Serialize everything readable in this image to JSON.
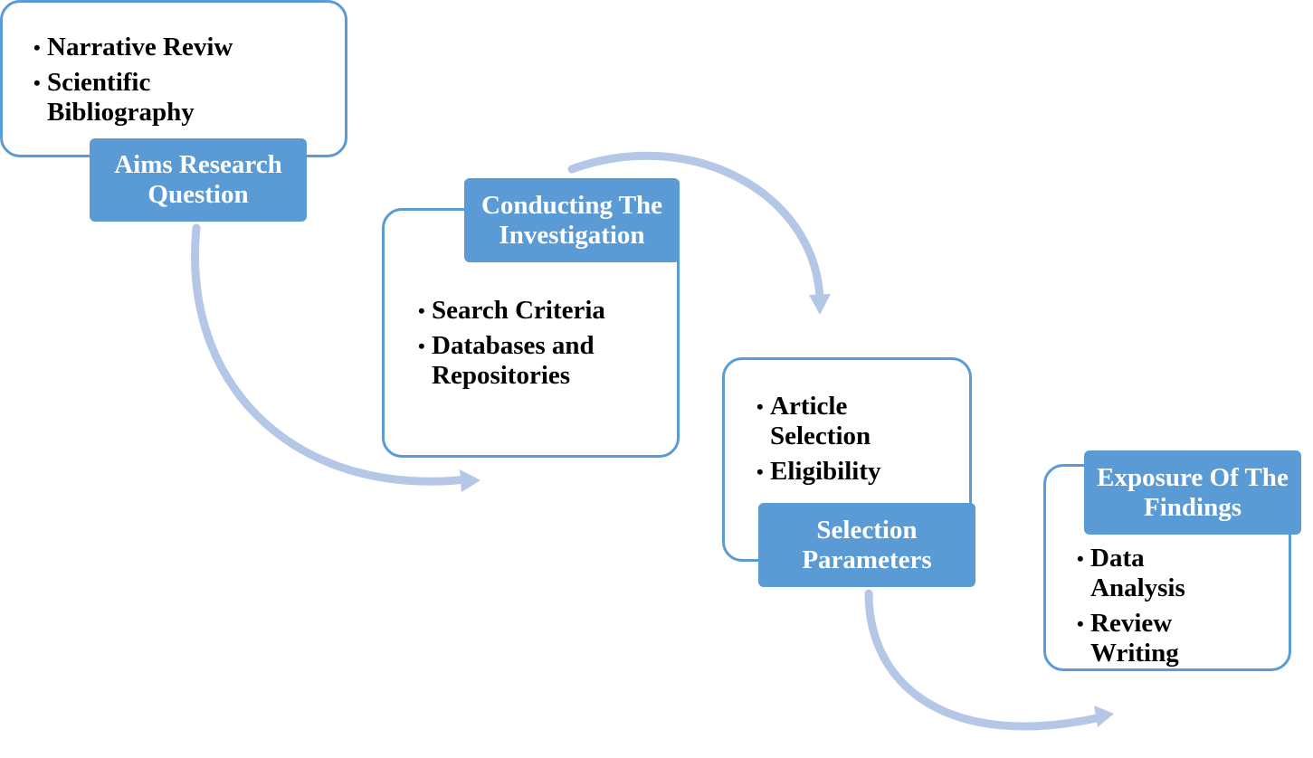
{
  "steps": [
    {
      "label": "Aims Research Question",
      "bullets": [
        "Narrative Reviw",
        "Scientific Bibliography"
      ]
    },
    {
      "label": "Conducting The Investigation",
      "bullets": [
        "Search Criteria",
        "Databases and Repositories"
      ]
    },
    {
      "label": "Selection Parameters",
      "bullets": [
        "Article Selection",
        "Eligibility"
      ]
    },
    {
      "label": "Exposure Of The Findings",
      "bullets": [
        "Data Analysis",
        "Review Writing"
      ]
    }
  ],
  "colors": {
    "accent": "#5B9BD5",
    "arrow": "#B4C7E7",
    "text": "#000000",
    "label_text": "#FFFFFF"
  }
}
